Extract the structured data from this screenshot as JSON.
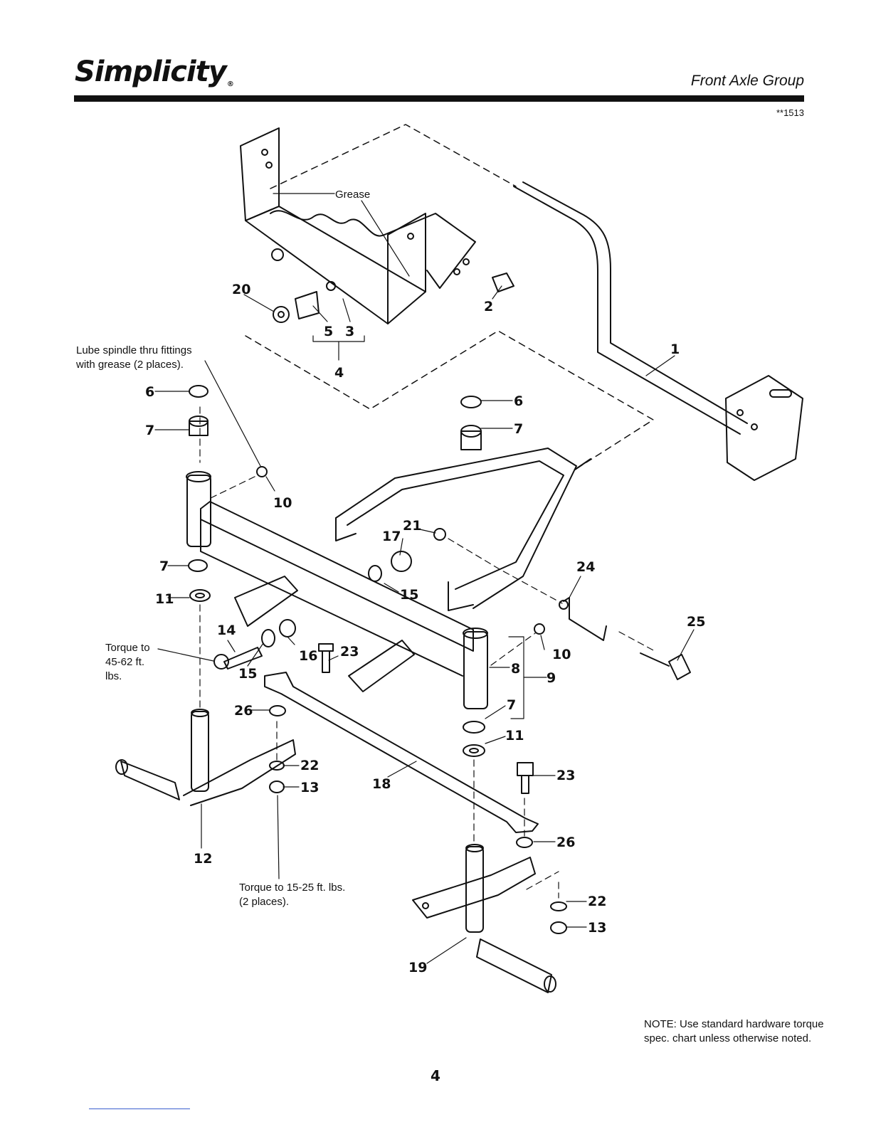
{
  "header": {
    "brand": "Simplicity",
    "brand_mark": "®",
    "section_title": "Front Axle Group",
    "code": "**1513"
  },
  "callouts": {
    "grease": "Grease",
    "lube_1": "Lube spindle thru fittings",
    "lube_2": "with grease (2 places).",
    "torque_a1": "Torque to",
    "torque_a2": "45-62 ft.",
    "torque_a3": "lbs.",
    "torque_b1": "Torque to 15-25 ft. lbs.",
    "torque_b2": "(2 places)."
  },
  "parts": {
    "p1": "1",
    "p2": "2",
    "p3": "3",
    "p4": "4",
    "p5": "5",
    "p6a": "6",
    "p6b": "6",
    "p7a": "7",
    "p7b": "7",
    "p7c": "7",
    "p7d": "7",
    "p8": "8",
    "p9": "9",
    "p10a": "10",
    "p10b": "10",
    "p11a": "11",
    "p11b": "11",
    "p12": "12",
    "p13a": "13",
    "p13b": "13",
    "p14": "14",
    "p15a": "15",
    "p15b": "15",
    "p16": "16",
    "p17": "17",
    "p18": "18",
    "p19": "19",
    "p20": "20",
    "p21": "21",
    "p22a": "22",
    "p22b": "22",
    "p23a": "23",
    "p23b": "23",
    "p24": "24",
    "p25": "25",
    "p26a": "26",
    "p26b": "26"
  },
  "note": "NOTE: Use standard hardware torque spec. chart unless otherwise noted.",
  "page_number": "4"
}
